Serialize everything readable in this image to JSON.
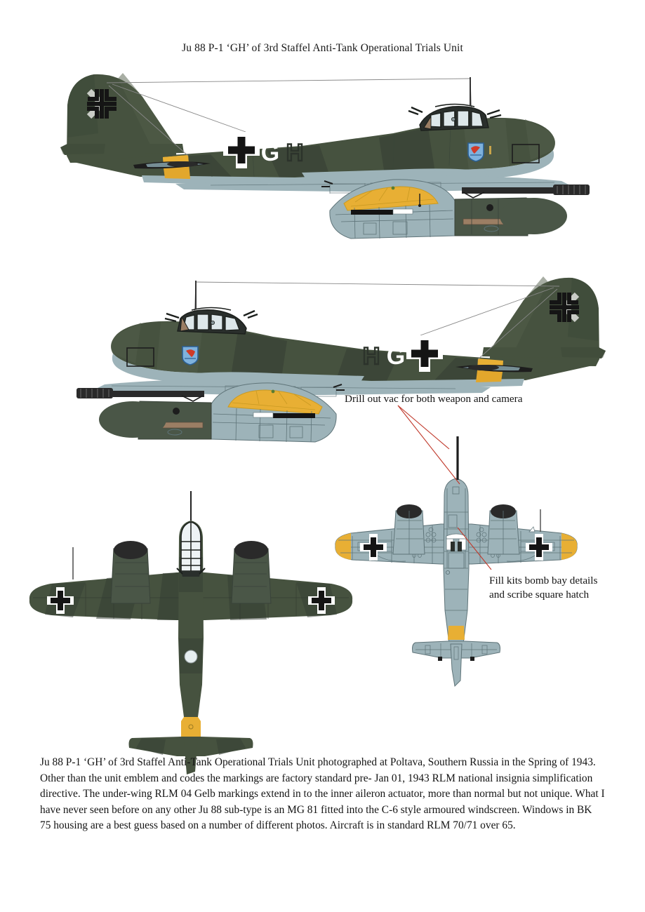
{
  "document": {
    "title": "Ju 88 P-1 ‘GH’ of 3rd Staffel Anti-Tank Operational Trials Unit",
    "background_color": "#ffffff"
  },
  "annotations": [
    {
      "id": "annot-weapon-camera",
      "text": "Drill out vac for both weapon and camera",
      "leader_color": "#c0392b"
    },
    {
      "id": "annot-bomb-bay",
      "text": "Fill kits bomb bay details\nand scribe square hatch",
      "leader_color": "#c0392b"
    }
  ],
  "caption": {
    "text": "Ju 88 P-1 ‘GH’ of 3rd Staffel Anti-Tank Operational Trials Unit photographed at Poltava, Southern Russia in the Spring of 1943. Other than the unit emblem and codes the markings are factory standard pre- Jan 01, 1943 RLM national insignia simplification directive. The under-wing RLM 04 Gelb markings extend in to the inner aileron actuator, more than normal but not unique. What I have never seen before on any other Ju 88 sub-type is an MG 81 fitted into the C-6 style armoured windscreen. Windows in BK 75 housing are a best guess based on a number of different photos. Aircraft is in standard RLM 70/71 over 65."
  },
  "aircraft": {
    "type": "Ju 88 P-1",
    "codes": {
      "letter_solid": "G",
      "letter_outline": "H"
    },
    "unit": "3rd Staffel Anti-Tank Operational Trials Unit",
    "camouflage": "RLM 70/71 over 65",
    "weapon": "BK 75"
  },
  "views": [
    {
      "id": "view-side-port",
      "label": "Port side profile"
    },
    {
      "id": "view-side-starboard",
      "label": "Starboard side profile"
    },
    {
      "id": "view-plan-upper",
      "label": "Upper plan view"
    },
    {
      "id": "view-plan-lower",
      "label": "Lower plan view"
    }
  ],
  "colors": {
    "rlm70_black_green": "#343d33",
    "rlm71_dark_green": "#46523f",
    "rlm71_light": "#525d4a",
    "rlm65_light_blue": "#9db3b9",
    "rlm65_shadow": "#8ca3aa",
    "rlm04_gelb": "#e8af34",
    "rlm04_gelb_dark": "#d39c24",
    "marking_white": "#ffffff",
    "marking_black": "#141414",
    "panel_line": "#5a6b70",
    "emblem_blue": "#5b8fc4",
    "emblem_red": "#cf3a28",
    "leader_red": "#c0392b",
    "page_white": "#ffffff"
  }
}
